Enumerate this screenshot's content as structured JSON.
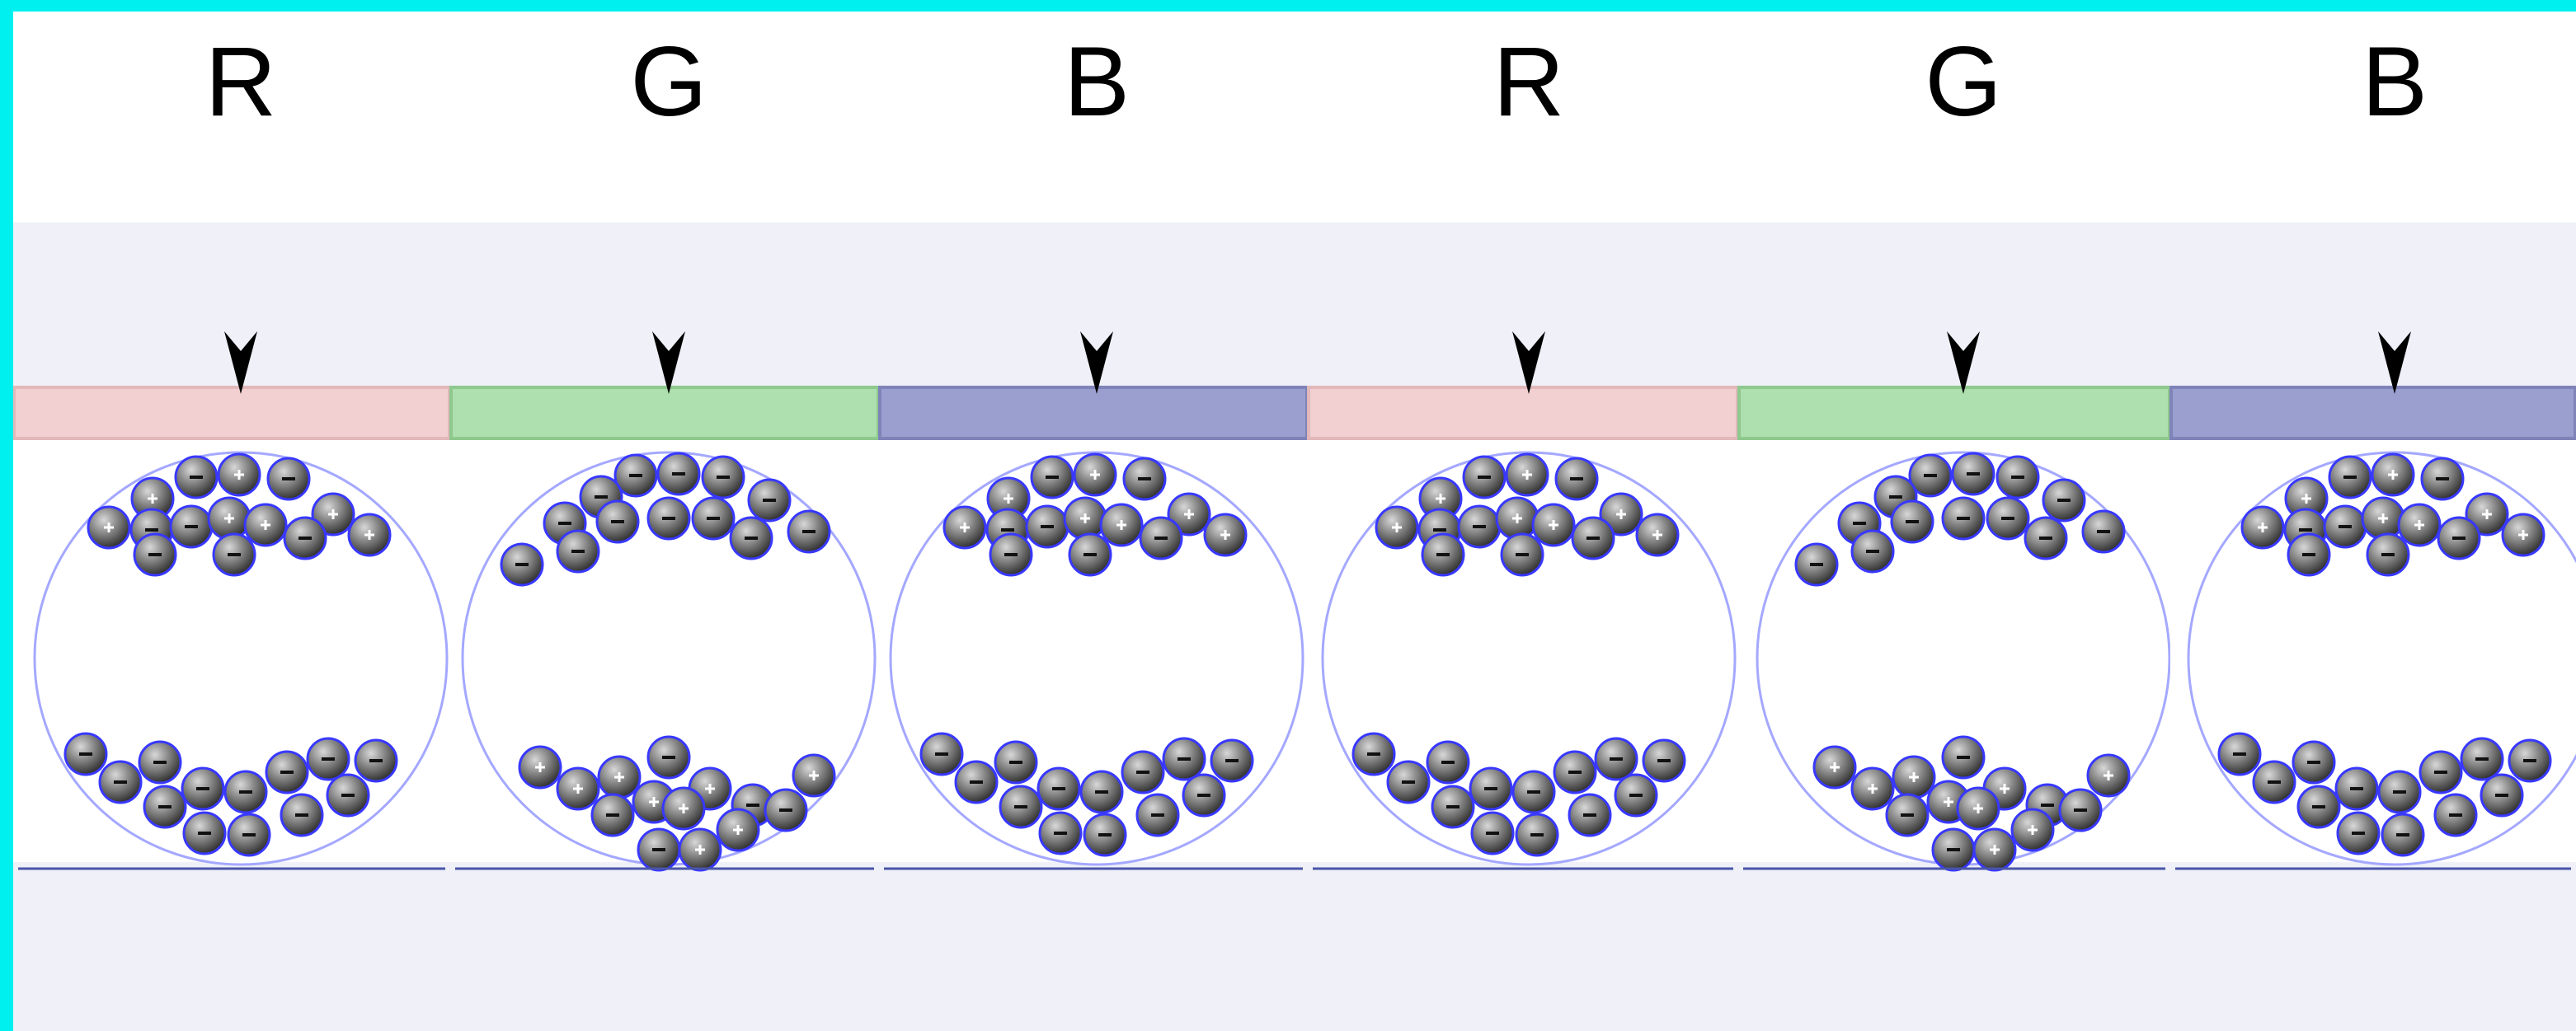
{
  "subpixels": [
    {
      "label": "R",
      "filter_color": "#f2d0d2",
      "filter_border": "#e2b8ba",
      "pattern": "a"
    },
    {
      "label": "G",
      "filter_color": "#aedfae",
      "filter_border": "#8ec98e",
      "pattern": "b"
    },
    {
      "label": "B",
      "filter_color": "#9b9fcf",
      "filter_border": "#7f83b8",
      "pattern": "a"
    },
    {
      "label": "R",
      "filter_color": "#f2d0d2",
      "filter_border": "#e2b8ba",
      "pattern": "a"
    },
    {
      "label": "G",
      "filter_color": "#aedfae",
      "filter_border": "#8ec98e",
      "pattern": "b"
    },
    {
      "label": "B",
      "filter_color": "#9b9fcf",
      "filter_border": "#7f83b8",
      "pattern": "a"
    }
  ]
}
